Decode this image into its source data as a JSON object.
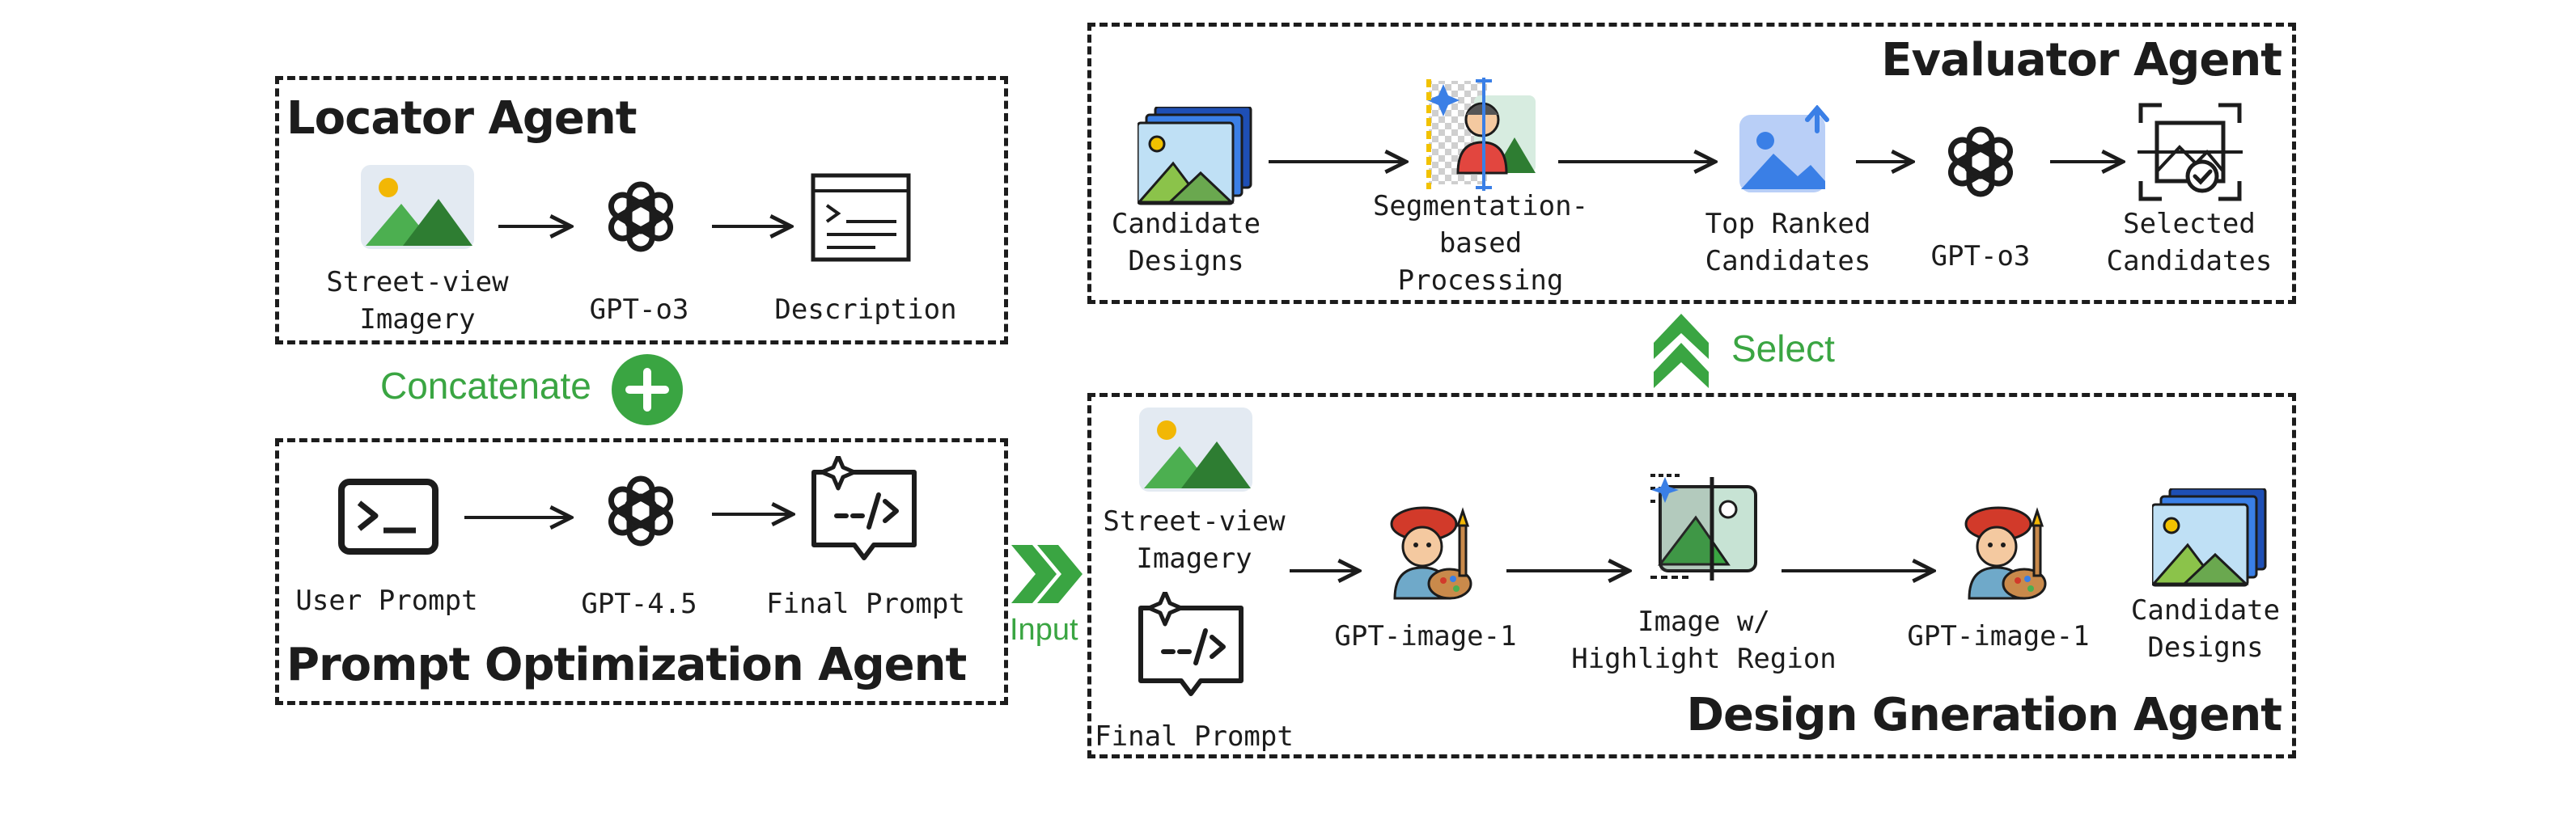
{
  "locator": {
    "title": "Locator Agent",
    "street_view": "Street-view\nImagery",
    "model": "GPT-o3",
    "description": "Description"
  },
  "concatenate": "Concatenate",
  "prompt_opt": {
    "title": "Prompt Optimization Agent",
    "user_prompt": "User Prompt",
    "model": "GPT-4.5",
    "final_prompt": "Final Prompt"
  },
  "input": "Input",
  "select": "Select",
  "evaluator": {
    "title": "Evaluator Agent",
    "candidates": "Candidate\nDesigns",
    "segmentation": "Segmentation-\nbased\nProcessing",
    "top_ranked": "Top Ranked\nCandidates",
    "model": "GPT-o3",
    "selected": "Selected\nCandidates"
  },
  "design_gen": {
    "title": "Design Gneration Agent",
    "street_view": "Street-view\nImagery",
    "final_prompt": "Final Prompt",
    "model_1": "GPT-image-1",
    "highlight": "Image w/\nHighlight Region",
    "model_2": "GPT-image-1",
    "candidates": "Candidate\nDesigns"
  },
  "colors": {
    "accent_green": "#3aa542",
    "ink": "#1c1c1c",
    "blue": "#3a7fe6"
  },
  "icons": [
    "landscape-image-icon",
    "openai-logo-icon",
    "document-icon",
    "terminal-icon",
    "prompt-bubble-icon",
    "image-stack-icon",
    "segmentation-icon",
    "ranked-image-icon",
    "selected-frame-icon",
    "painter-icon",
    "highlight-image-icon",
    "plus-circle-icon",
    "double-chevron-right-icon",
    "double-chevron-up-icon"
  ]
}
